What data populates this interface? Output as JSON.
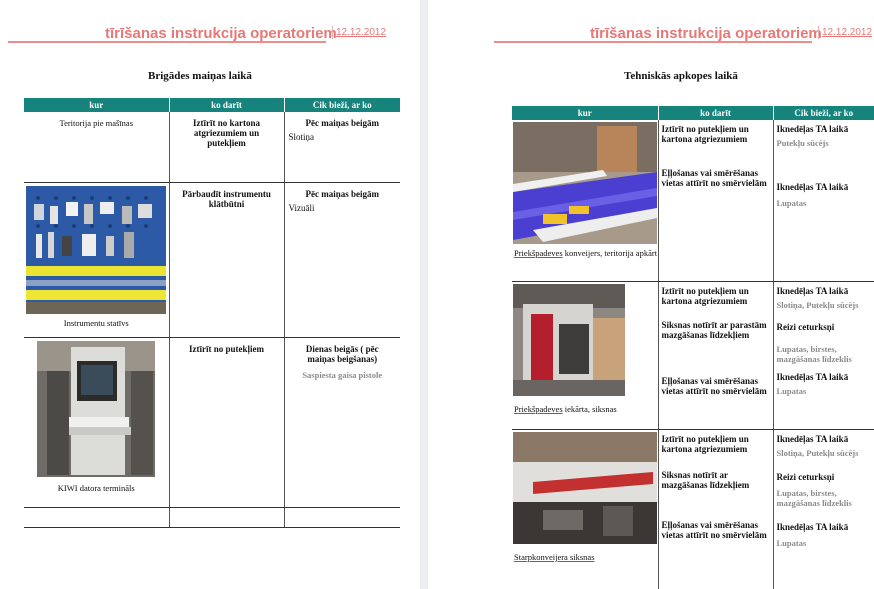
{
  "header": {
    "title": "tīrīšanas instrukcija operatoriem",
    "date": "12.12.2012"
  },
  "columns": [
    "kur",
    "ko darīt",
    "Cik bieži, ar ko"
  ],
  "left": {
    "section_title": "Brigādes maiņas laikā",
    "rows": [
      {
        "kur": "Teritorija pie mašīnas",
        "ko": "Iztīrīt no kartona atgriezumiem un putekļiem",
        "freq": "Pēc maiņas beigām",
        "tool": "Slotiņa"
      },
      {
        "kur": "Instrumentu statīvs",
        "ko": "Pārbaudīt instrumentu klātbūtni",
        "freq": "Pēc maiņas beigām",
        "tool": "Vizuāli"
      },
      {
        "kur": "KIWI datora termināls",
        "ko": "Iztīrīt no putekļiem",
        "freq": "Dienas beigās ( pēc maiņas beigšanas)",
        "tool": "Saspiesta gaisa pistole"
      }
    ]
  },
  "right": {
    "section_title": "Tehniskās apkopes laikā",
    "rows": [
      {
        "kur_u": "Priekšpadeves",
        "kur_rest": " konveijers, teritorija apkārt",
        "tasks": [
          {
            "ko": "Iztīrīt no putekļiem un kartona atgriezumiem",
            "freq": "Iknedēļas TA laikā",
            "tool": "Putekļu sūcējs"
          },
          {
            "ko": "Eļļošanas vai smērēšanas vietas attīrīt no smērvielām",
            "freq": "Iknedēļas TA laikā",
            "tool": "Lupatas"
          }
        ]
      },
      {
        "kur_u": "Priekšpadeves",
        "kur_rest": " iekārta, siksnas",
        "tasks": [
          {
            "ko": "Iztīrīt no putekļiem un kartona atgriezumiem",
            "freq": "Iknedēļas TA laikā",
            "tool": "Slotiņa, Putekļu sūcējs"
          },
          {
            "ko": "Siksnas notīrīt ar parastām mazgāšanas līdzekļiem",
            "freq": "Reizi ceturksņi",
            "tool": "Lupatas, birstes, mazgāšanas līdzeklis"
          },
          {
            "ko": "Eļļošanas vai smērēšanas vietas attīrīt no smērvielām",
            "freq": "Iknedēļas TA laikā",
            "tool": "Lupatas"
          }
        ]
      },
      {
        "kur_u": "Starpkonveijera siksnas",
        "kur_rest": "",
        "tasks": [
          {
            "ko": "Iztīrīt no putekļiem un kartona atgriezumiem",
            "freq": "Iknedēļas TA laikā",
            "tool": "Slotiņa, Putekļu sūcējs"
          },
          {
            "ko": "Siksnas notīrīt ar mazgāšanas līdzekļiem",
            "freq": "Reizi ceturksņi",
            "tool": "Lupatas, birstes, mazgāšanas līdzeklis"
          },
          {
            "ko": "Eļļošanas vai smērēšanas vietas attīrīt no smērvielām",
            "freq": "Iknedēļas TA laikā",
            "tool": "Lupatas"
          }
        ]
      }
    ]
  }
}
